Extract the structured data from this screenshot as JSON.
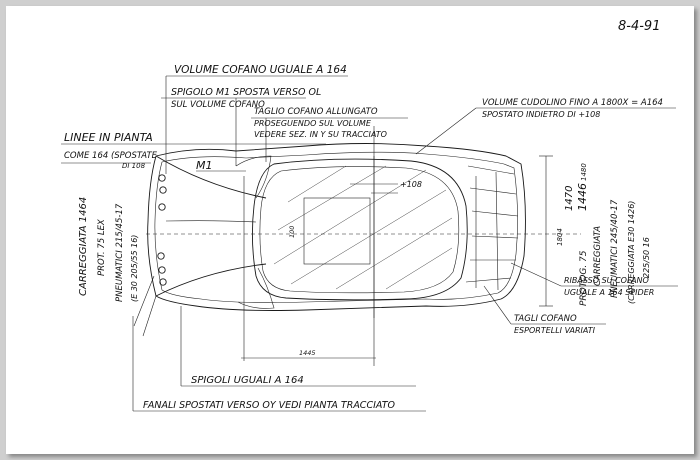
{
  "date": "8-4-91",
  "notes": {
    "volume_cofano": "VOLUME COFANO UGUALE A 164",
    "spigolo_m1_a": "SPIGOLO M1 SPOSTA VERSO OL",
    "spigolo_m1_b": "SUL VOLUME COFANO",
    "taglio_a": "TAGLIO COFANO ALLUNGATO",
    "taglio_b": "PROSEGUENDO SUL VOLUME",
    "taglio_c": "VEDERE SEZ. IN Y SU TRACCIATO",
    "cudolino_a": "VOLUME CUDOLINO FINO A 1800X = A164",
    "cudolino_b": "SPOSTATO INDIETRO DI +108",
    "linee_a": "LINEE IN PIANTA",
    "linee_b": "COME 164 (SPOSTATE",
    "linee_c": "DI 108",
    "m1": "M1",
    "plus108": "+108",
    "ribasso_a": "RIBASSO SU COFANO",
    "ribasso_b": "UGUALE A 164 SPIDER",
    "tagli_a": "TAGLI COFANO",
    "tagli_b": "ESPORTELLI VARIATI",
    "spigoli": "SPIGOLI UGUALI A 164",
    "fanali": "FANALI SPOSTATI VERSO OY   VEDI PIANTA TRACCIATO",
    "dim_1445": "1445",
    "dim_1446": "1446",
    "dim_1480": "1480",
    "dim_1470": "1470",
    "dim_1804": "1804",
    "dim_100": "100",
    "left_a": "CARREGGIATA 1464",
    "left_b": "PROT. 75 LEX",
    "left_c": "PNEUMATICI 215/45-17",
    "left_d": "(E 30 205/55 16)",
    "right_a": "PROTOG. 75",
    "right_b": "CARREGGIATA",
    "right_c": "PNEUMATICI 245/40-17",
    "right_d": "(CARREGGIATA E30 1426)",
    "right_e": "225/50 16"
  }
}
